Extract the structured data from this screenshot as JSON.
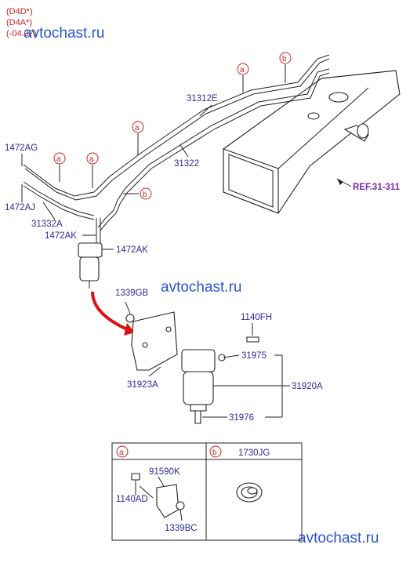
{
  "header": {
    "line1": "(D4D*)",
    "line2": "(D4A*)",
    "line3": "(-04.07)"
  },
  "watermarks": [
    "avtochast.ru",
    "avtochast.ru",
    "avtochast.ru"
  ],
  "callout_letters": {
    "a": "a",
    "b": "b"
  },
  "part_labels": {
    "p31312E": "31312E",
    "p31322": "31322",
    "p1472AG": "1472AG",
    "p1472AJ": "1472AJ",
    "p31332A": "31332A",
    "p1472AK_1": "1472AK",
    "p1472AK_2": "1472AK",
    "p1339GB": "1339GB",
    "p1140FH": "1140FH",
    "p31975": "31975",
    "p31923A": "31923A",
    "p31920A": "31920A",
    "p31976": "31976"
  },
  "ref_label": "REF.31-311",
  "detail_table": {
    "col_a_letter": "a",
    "col_b_letter": "b",
    "col_b_title": "1730JG",
    "a_labels": {
      "p91590K": "91590K",
      "p1140AD": "1140AD",
      "p1339BC": "1339BC"
    }
  },
  "colors": {
    "label_text": "#2a2a9a",
    "header_text": "#d02020",
    "watermark": "#2a55d0",
    "ref_text": "#7a2aa0",
    "arrow_red": "#e01010"
  }
}
